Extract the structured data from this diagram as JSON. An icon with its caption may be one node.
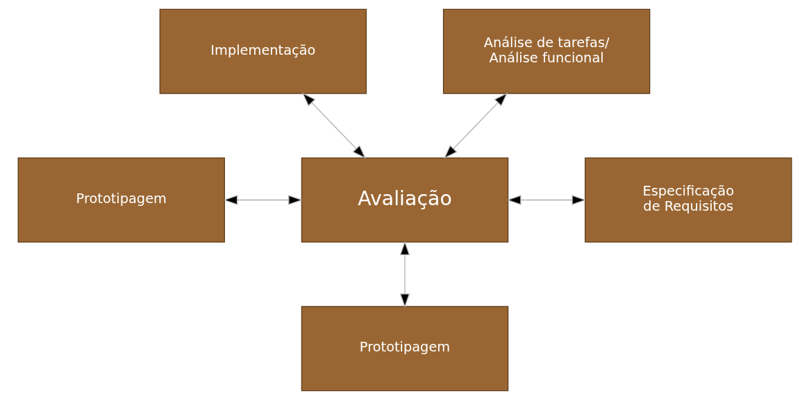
{
  "diagram": {
    "nodes": [
      {
        "text": [
          "Implementação"
        ]
      },
      {
        "text": [
          "Análise de tarefas/ Análise funcional"
        ]
      },
      {
        "text": [
          "Prototipagem"
        ]
      },
      {
        "text": [
          "Avaliação"
        ]
      },
      {
        "text": [
          "Especificação de Requisitos"
        ]
      },
      {
        "text": [
          "Prototipagem"
        ]
      }
    ],
    "edges": [
      {
        "from": 0,
        "to": 3,
        "arrow": "both"
      },
      {
        "from": 1,
        "to": 3,
        "arrow": "both"
      },
      {
        "from": 2,
        "to": 3,
        "arrow": "both"
      },
      {
        "from": 3,
        "to": 4,
        "arrow": "both"
      },
      {
        "from": 3,
        "to": 5,
        "arrow": "both"
      }
    ]
  }
}
